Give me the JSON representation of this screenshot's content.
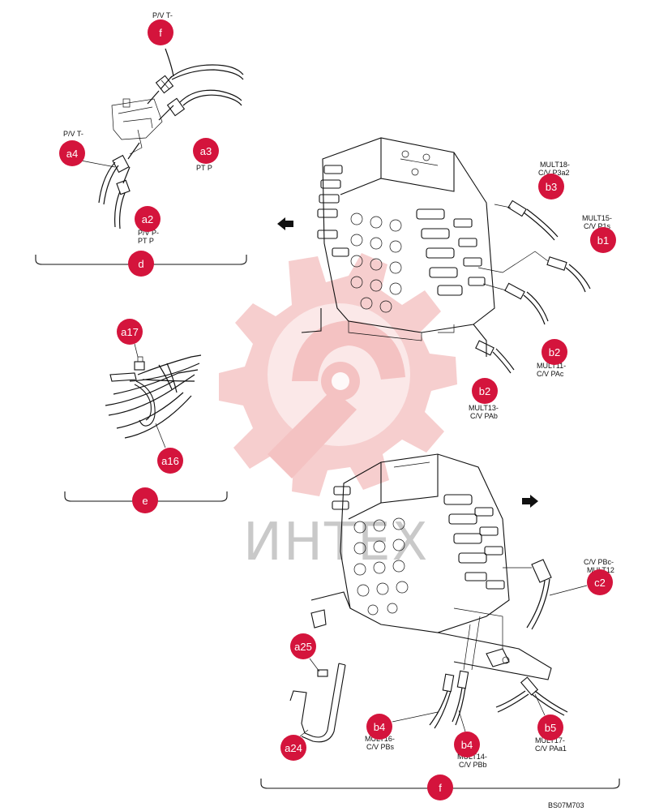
{
  "diagram_code": "BS07M703",
  "watermark": "ИНТЕХ",
  "section_labels": {
    "d": "d",
    "e": "e",
    "f": "f"
  },
  "callouts": {
    "f_top": "f",
    "a3": "a3",
    "a4": "a4",
    "a2": "a2",
    "a17": "a17",
    "a16": "a16",
    "b3": "b3",
    "b1": "b1",
    "b2_upper": "b2",
    "b2_lower": "b2",
    "c2": "c2",
    "a25": "a25",
    "a24": "a24",
    "b4_left": "b4",
    "b4_right": "b4",
    "b5": "b5"
  },
  "port_labels": {
    "pvt_top": "P/V T-",
    "pvt_left": "P/V T-",
    "ptp_a3": "PT P",
    "pvp": "P/V P-",
    "ptp_a2": "PT P",
    "mult18": "MULT18-",
    "cv_pa2": "C/V P3a2",
    "mult15": "MULT15-",
    "cv_a15": "C/V P1s",
    "mult11": "MULT11-",
    "cv_pac": "C/V PAc",
    "mult13": "MULT13-",
    "cv_pab": "C/V PAb",
    "cv_pbc": "C/V PBc-",
    "mult12": "MULT12",
    "mult16": "MULT16-",
    "cv_pbs": "C/V PBs",
    "mult14": "MULT14-",
    "cv_pbb": "C/V PBb",
    "mult17": "MULT17-",
    "cv_paa1": "C/V PAa1"
  },
  "colors": {
    "callout": "#d4143c",
    "watermark": "#f3c2c2",
    "line": "#111111"
  },
  "icons": [
    "arrow-left-icon",
    "arrow-right-icon",
    "gear-wrench-watermark-icon"
  ]
}
